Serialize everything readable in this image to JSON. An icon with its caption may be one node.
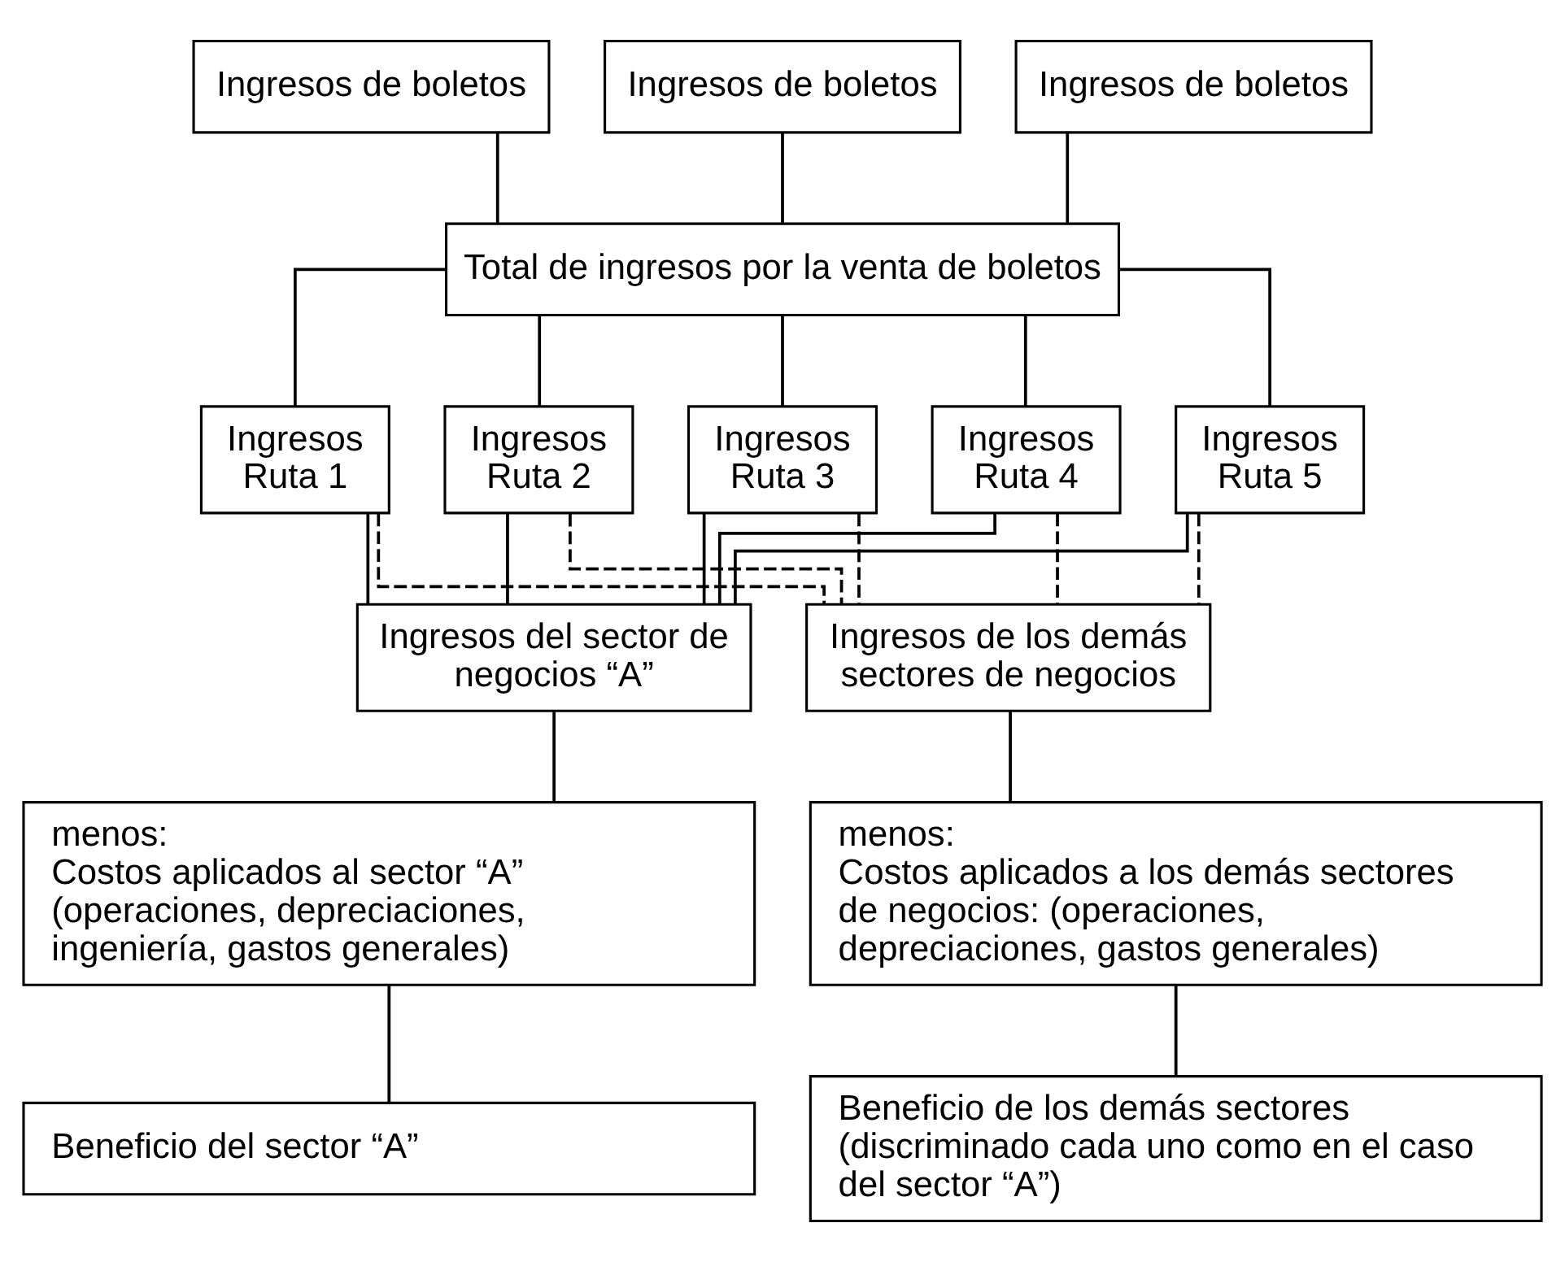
{
  "diagram": {
    "nodes": [
      {
        "text": [
          "Ingresos de boletos"
        ]
      },
      {
        "text": [
          "Ingresos de boletos"
        ]
      },
      {
        "text": [
          "Ingresos de boletos"
        ]
      },
      {
        "text": [
          "Total de ingresos por la venta de boletos"
        ]
      },
      {
        "text": [
          "Ingresos Ruta 1"
        ]
      },
      {
        "text": [
          "Ingresos Ruta 2"
        ]
      },
      {
        "text": [
          "Ingresos Ruta 3"
        ]
      },
      {
        "text": [
          "Ingresos Ruta 4"
        ]
      },
      {
        "text": [
          "Ingresos Ruta 5"
        ]
      },
      {
        "text": [
          "Ingresos del sector de negocios “A”"
        ]
      },
      {
        "text": [
          "Ingresos de los demás sectores de negocios"
        ]
      },
      {
        "text": [
          "menos:",
          "Costos aplicados al sector “A” (operaciones, depreciaciones, ingeniería, gastos generales)"
        ]
      },
      {
        "text": [
          "menos:",
          "Costos aplicados a los demás sectores de negocios: (operaciones, depreciaciones, gastos generales)"
        ]
      },
      {
        "text": [
          "Beneficio del sector “A”"
        ]
      },
      {
        "text": [
          "Beneficio de los demás sectores (discriminado cada uno como en el caso del sector “A”)"
        ]
      }
    ],
    "edges": [
      {
        "from": 0,
        "to": 3,
        "arrow": "none"
      },
      {
        "from": 1,
        "to": 3,
        "arrow": "none"
      },
      {
        "from": 2,
        "to": 3,
        "arrow": "none"
      },
      {
        "from": 3,
        "to": 4,
        "arrow": "none"
      },
      {
        "from": 3,
        "to": 5,
        "arrow": "none"
      },
      {
        "from": 3,
        "to": 6,
        "arrow": "none"
      },
      {
        "from": 3,
        "to": 7,
        "arrow": "none"
      },
      {
        "from": 3,
        "to": 8,
        "arrow": "none"
      },
      {
        "from": 4,
        "to": 9,
        "arrow": "none"
      },
      {
        "from": 5,
        "to": 9,
        "arrow": "none"
      },
      {
        "from": 6,
        "to": 9,
        "arrow": "none"
      },
      {
        "from": 7,
        "to": 9,
        "arrow": "none"
      },
      {
        "from": 8,
        "to": 9,
        "arrow": "none"
      },
      {
        "from": 4,
        "to": 10,
        "arrow": "none",
        "style": "dashed"
      },
      {
        "from": 5,
        "to": 10,
        "arrow": "none",
        "style": "dashed"
      },
      {
        "from": 6,
        "to": 10,
        "arrow": "none",
        "style": "dashed"
      },
      {
        "from": 7,
        "to": 10,
        "arrow": "none",
        "style": "dashed"
      },
      {
        "from": 8,
        "to": 10,
        "arrow": "none",
        "style": "dashed"
      },
      {
        "from": 9,
        "to": 11,
        "arrow": "none"
      },
      {
        "from": 10,
        "to": 12,
        "arrow": "none"
      },
      {
        "from": 11,
        "to": 13,
        "arrow": "none"
      },
      {
        "from": 12,
        "to": 14,
        "arrow": "none"
      }
    ]
  }
}
